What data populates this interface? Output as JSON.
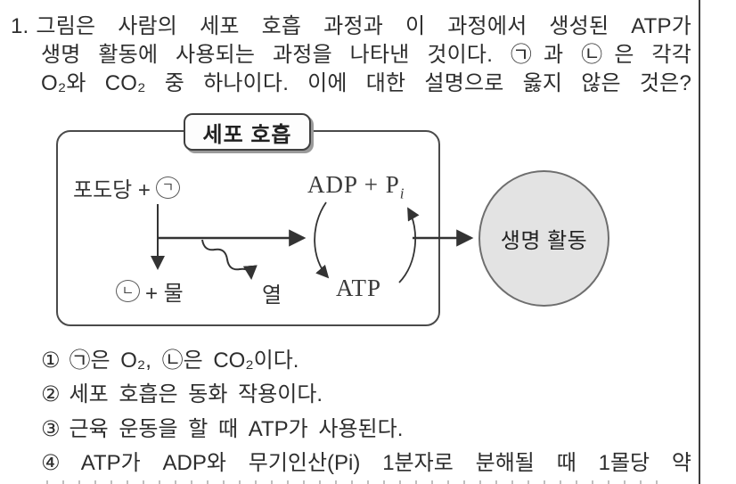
{
  "question": {
    "number": "1.",
    "line1": "그림은 사람의 세포 호흡 과정과 이 과정에서 생성된 ATP가",
    "line2": "생명 활동에 사용되는 과정을 나타낸 것이다. ㉠과 ㉡은 각각",
    "line3": "O₂와 CO₂ 중 하나이다. 이에 대한 설명으로 옳지 않은 것은?"
  },
  "diagram": {
    "title": "세포 호흡",
    "reactant_text": "포도당 +",
    "reactant_symbol": "ㄱ",
    "product_symbol": "ㄴ",
    "product_text": "+ 물",
    "heat_label": "열",
    "adp_label": "ADP + P",
    "adp_subscript": "i",
    "atp_label": "ATP",
    "life_activity_label": "생명 활동"
  },
  "choices": [
    {
      "marker": "①",
      "text": "㉠은 O₂, ㉡은 CO₂이다."
    },
    {
      "marker": "②",
      "text": "세포 호흡은 동화 작용이다."
    },
    {
      "marker": "③",
      "text": "근육 운동을 할 때 ATP가 사용된다."
    },
    {
      "marker": "④",
      "text": "ATP가 ADP와 무기인산(Pi) 1분자로 분해될 때 1몰당 약"
    }
  ],
  "colors": {
    "ink": "#2d2d2d",
    "diagram_stroke": "#333333",
    "circle_fill": "#e3e3e3",
    "divider": "#3c3c3c"
  }
}
